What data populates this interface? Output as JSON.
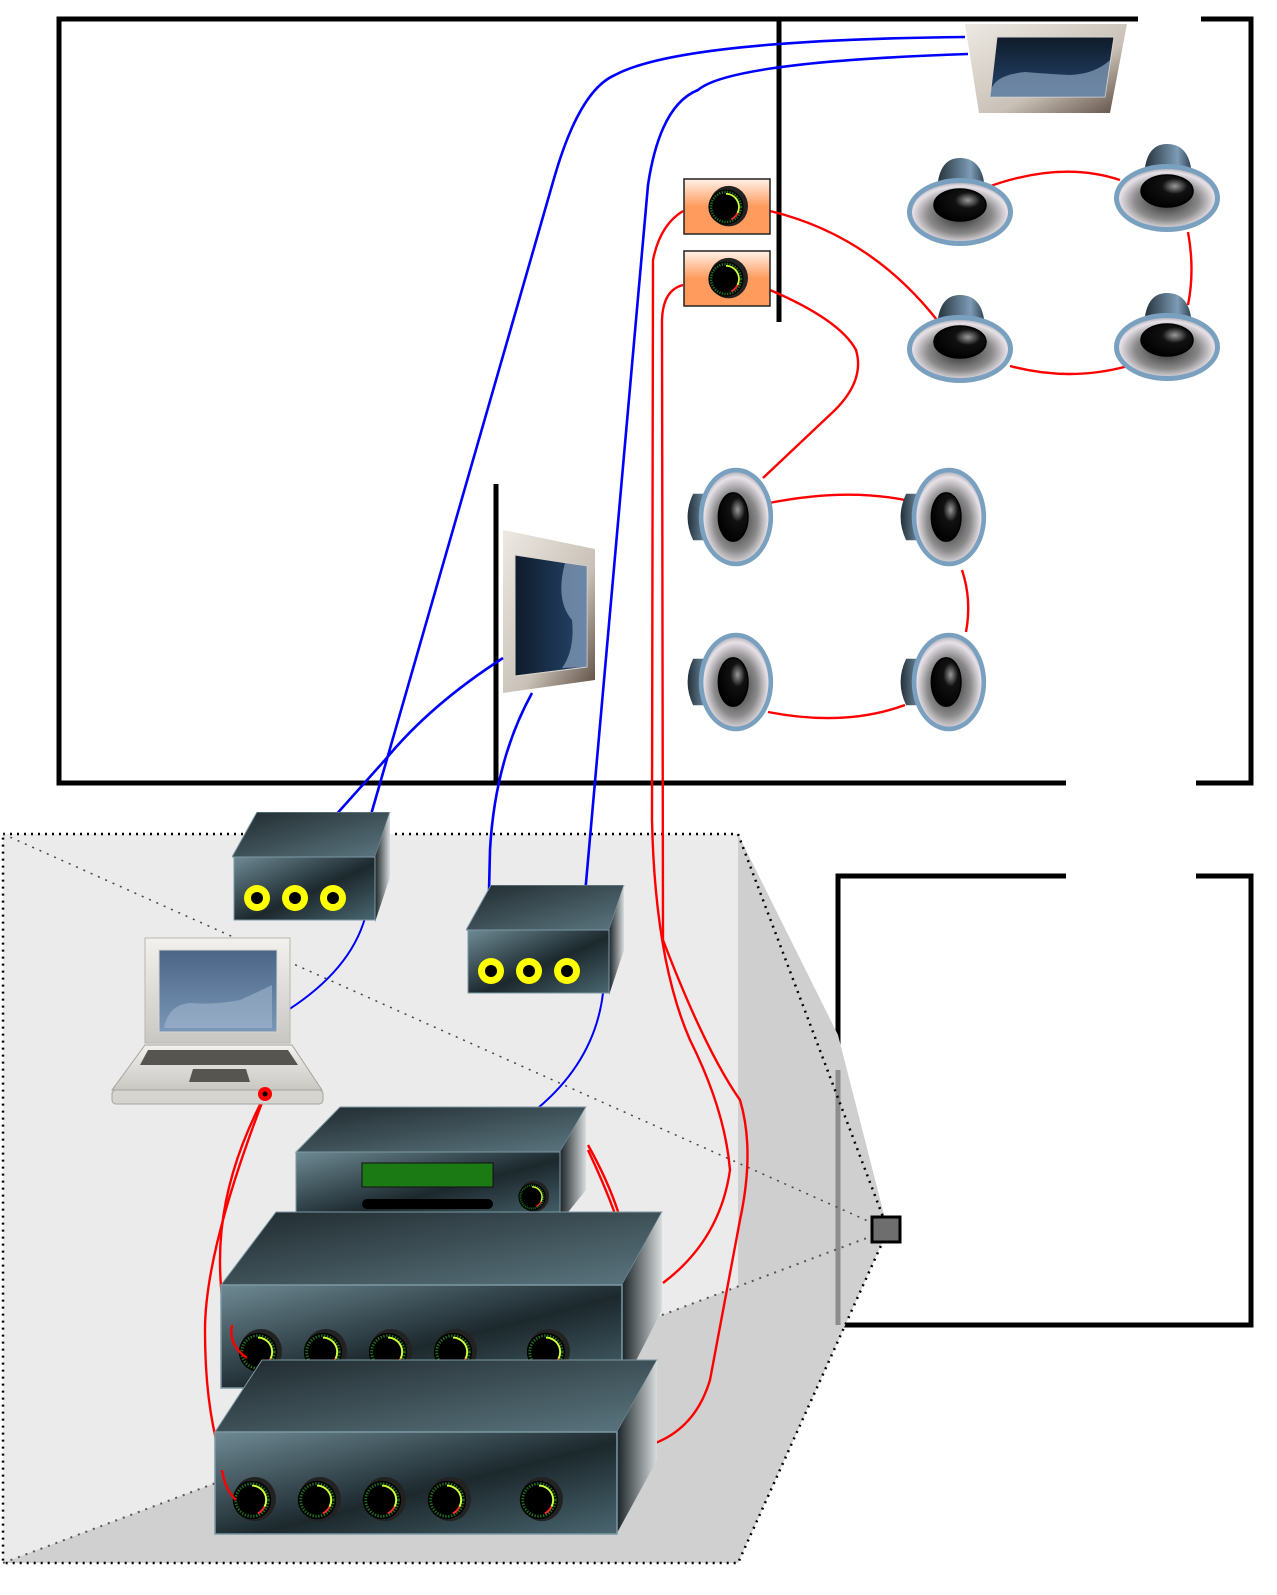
{
  "diagram": {
    "type": "av-wiring-floorplan",
    "colors": {
      "wall": "#000000",
      "video_cable": "#0000ff",
      "audio_cable": "#ff0000",
      "rack_zone_fill": "#ebebeb",
      "rack_zone_shadow": "#cfcfcf",
      "device_body": "#3a4d55",
      "connector": "#ffff00",
      "volume_plate": "#ff9b5c",
      "display_panel": "#1b3350",
      "speaker_rim": "#7aa0c0"
    },
    "icons": {
      "ceiling_projector_screen": "display-icon",
      "wall_display": "display-icon",
      "volume_control": "knob-icon",
      "ceiling_speaker": "speaker-icon",
      "wall_speaker": "speaker-icon",
      "video_switcher": "rca-box-icon",
      "laptop": "laptop-icon",
      "media_player": "player-icon",
      "amplifier": "amplifier-icon",
      "rack_location": "rack-marker-icon"
    },
    "counts": {
      "ceiling_speakers": 4,
      "wall_speakers": 4,
      "volume_controls": 2,
      "displays": 2,
      "video_switchers": 2,
      "amplifiers": 2
    }
  }
}
